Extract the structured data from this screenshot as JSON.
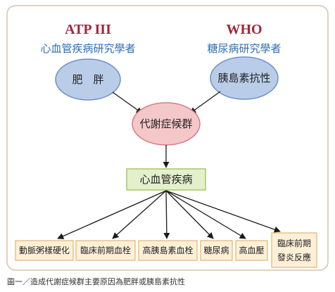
{
  "left_group": {
    "title": "ATP III",
    "subtitle": "心血管疾病研究學者",
    "factor": "肥　胖"
  },
  "right_group": {
    "title": "WHO",
    "subtitle": "糖尿病研究學者",
    "factor": "胰島素抗性"
  },
  "center": {
    "label": "代謝症候群"
  },
  "outcome": {
    "label": "心血管疾病"
  },
  "results": [
    {
      "lines": [
        "動脈粥樣硬化"
      ]
    },
    {
      "lines": [
        "臨床前期血栓"
      ]
    },
    {
      "lines": [
        "高胰島素血栓"
      ]
    },
    {
      "lines": [
        "糖尿病"
      ]
    },
    {
      "lines": [
        "高血壓"
      ]
    },
    {
      "lines": [
        "臨床前期",
        "發炎反應"
      ]
    }
  ],
  "caption": "圖一／造成代謝症候群主要原因為肥胖或胰島素抗性",
  "colors": {
    "frame_border": "#d8c4a8",
    "group_title": "#a3263c",
    "group_subtitle": "#2e6db4",
    "factor_fill": "#b9cde9",
    "factor_stroke": "#6d8fca",
    "center_fill": "#f4c7c9",
    "center_stroke": "#d97b86",
    "outcome_fill": "#e4f0cc",
    "outcome_stroke": "#a7c66b",
    "result_fill": "#fdf0d8",
    "result_stroke": "#e2b36e"
  }
}
